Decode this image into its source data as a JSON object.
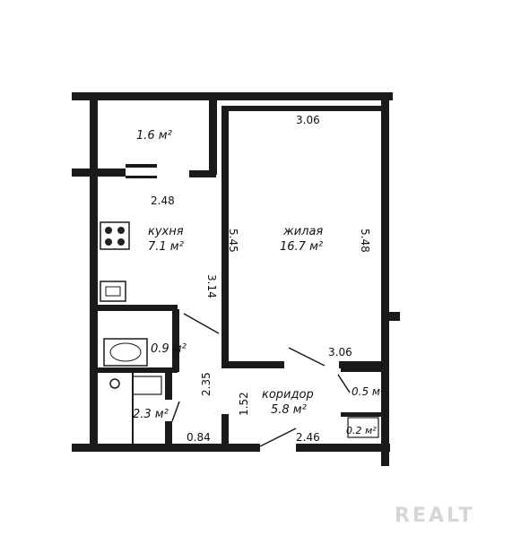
{
  "rooms": {
    "balcony": {
      "area": "1.6 м²"
    },
    "kitchen": {
      "name": "кухня",
      "area": "7.1 м²"
    },
    "living": {
      "name": "жилая",
      "area": "16.7 м²"
    },
    "bathroom": {
      "area": "0.9 м²"
    },
    "toilet": {
      "area": "2.3 м²"
    },
    "corridor": {
      "name": "коридор",
      "area": "5.8 м²"
    },
    "closet_a": {
      "area": "0.5 м²"
    },
    "closet_b": {
      "area": "0.2 м²"
    }
  },
  "dimensions": {
    "living_top": "3.06",
    "kitchen_width": "2.48",
    "kitchen_side_a": "3.14",
    "kitchen_side_b": "5.45",
    "living_right": "5.48",
    "living_bottom": "3.06",
    "bath_height": "2.35",
    "corridor_side": "1.52",
    "door_width": "0.84",
    "corridor_bottom": "2.46"
  },
  "watermark": "REALT"
}
